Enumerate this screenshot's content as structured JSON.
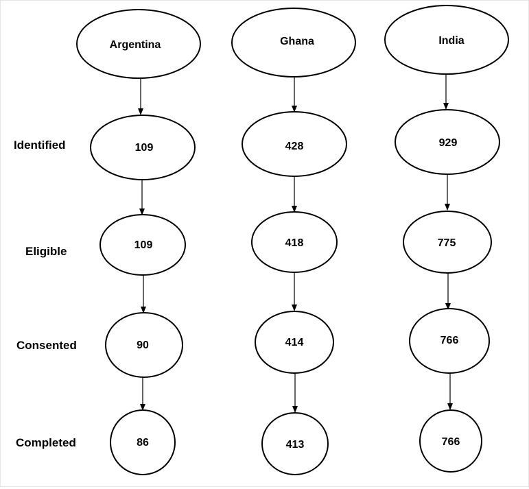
{
  "stages": [
    "Identified",
    "Eligible",
    "Consented",
    "Completed"
  ],
  "countries": [
    {
      "name": "Argentina",
      "counts": [
        "109",
        "109",
        "90",
        "86"
      ]
    },
    {
      "name": "Ghana",
      "counts": [
        "428",
        "418",
        "414",
        "413"
      ]
    },
    {
      "name": "India",
      "counts": [
        "929",
        "775",
        "766",
        "766"
      ]
    }
  ],
  "colors": {
    "stroke": "#000000",
    "fill": "#ffffff",
    "text": "#000000"
  }
}
